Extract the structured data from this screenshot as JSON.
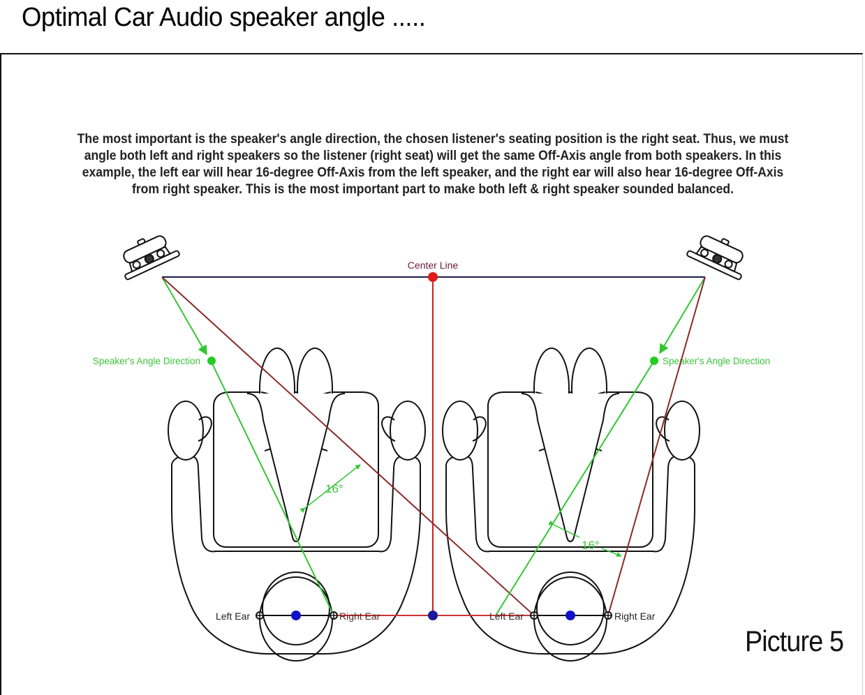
{
  "page": {
    "title": "Optimal Car Audio speaker angle .....",
    "caption": "Picture 5"
  },
  "description": {
    "lines": [
      "The most important is the speaker's angle direction, the chosen listener's seating position is the right seat. Thus, we must",
      "angle both left and right speakers so the listener (right seat) will get the same Off-Axis angle from both speakers. In this",
      "example, the left ear will hear 16-degree Off-Axis from the left speaker, and the right ear will also hear 16-degree Off-Axis",
      "from right speaker. This is the most important part to make both left & right speaker sounded balanced."
    ]
  },
  "diagram": {
    "center_line_label": "Center Line",
    "left_speaker": {
      "label": "Speaker's Angle Direction",
      "icon": "speaker-icon"
    },
    "right_speaker": {
      "label": "Speaker's Angle Direction",
      "icon": "speaker-icon"
    },
    "left_seat": {
      "left_ear_label": "Left Ear",
      "right_ear_label": "Right Ear",
      "angle_label": "16°"
    },
    "right_seat": {
      "left_ear_label": "Left Ear",
      "right_ear_label": "Right Ear",
      "angle_label": "16°"
    },
    "colors": {
      "center_line": "#cc1f1f",
      "speaker_baseline": "#1c1c4a",
      "angle_direction": "#33c633",
      "off_axis_line": "#8a2a2a",
      "head_center": "#1212c8",
      "outline": "#111111"
    }
  }
}
